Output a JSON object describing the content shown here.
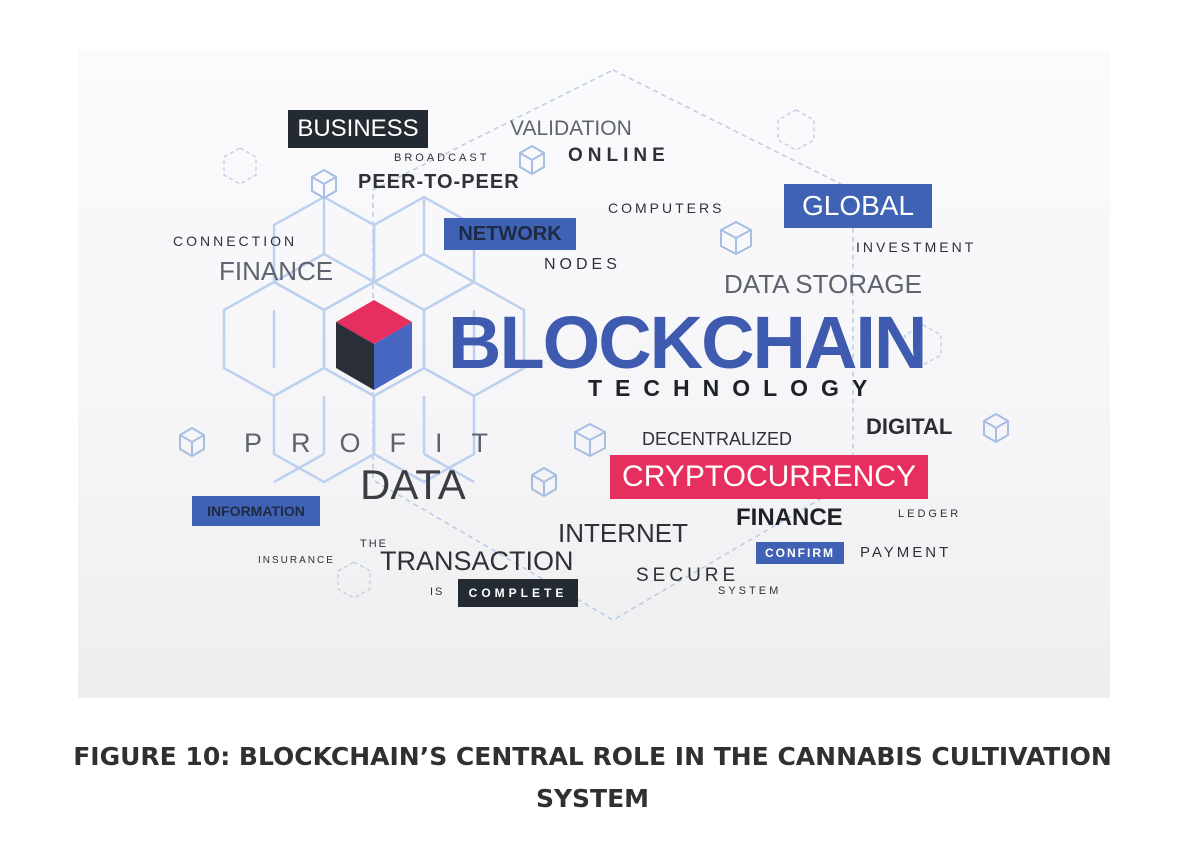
{
  "words": {
    "business": "BUSINESS",
    "validation": "VALIDATION",
    "broadcast": "BROADCAST",
    "online": "ONLINE",
    "peer_to_peer": "PEER-TO-PEER",
    "computers": "COMPUTERS",
    "global": "GLOBAL",
    "connection": "CONNECTION",
    "network": "NETWORK",
    "investment": "INVESTMENT",
    "finance_top": "FINANCE",
    "nodes": "NODES",
    "data_storage": "DATA STORAGE",
    "blockchain": "BLOCKCHAIN",
    "technology": "TECHNOLOGY",
    "digital": "DIGITAL",
    "profit": "PROFIT",
    "decentralized": "DECENTRALIZED",
    "data": "DATA",
    "cryptocurrency": "CRYPTOCURRENCY",
    "information": "INFORMATION",
    "finance_bottom": "FINANCE",
    "ledger": "LEDGER",
    "internet": "INTERNET",
    "the": "THE",
    "confirm": "CONFIRM",
    "payment": "PAYMENT",
    "insurance": "INSURANCE",
    "transaction": "TRANSACTION",
    "secure": "SECURE",
    "is": "IS",
    "complete": "COMPLETE",
    "system": "SYSTEM"
  },
  "colors": {
    "dark_box": "#232a31",
    "blue_box": "#3f62b4",
    "pink_box": "#e62e5f",
    "blockchain_text": "#3f5bb0",
    "cube_top": "#e62e5f",
    "cube_left": "#2b3038",
    "cube_right": "#4766c1",
    "line_color": "#b9cbe8"
  },
  "caption": {
    "line1": "FIGURE 10: BLOCKCHAIN’S CENTRAL ROLE IN THE CANNABIS CULTIVATION",
    "line2": "SYSTEM"
  }
}
